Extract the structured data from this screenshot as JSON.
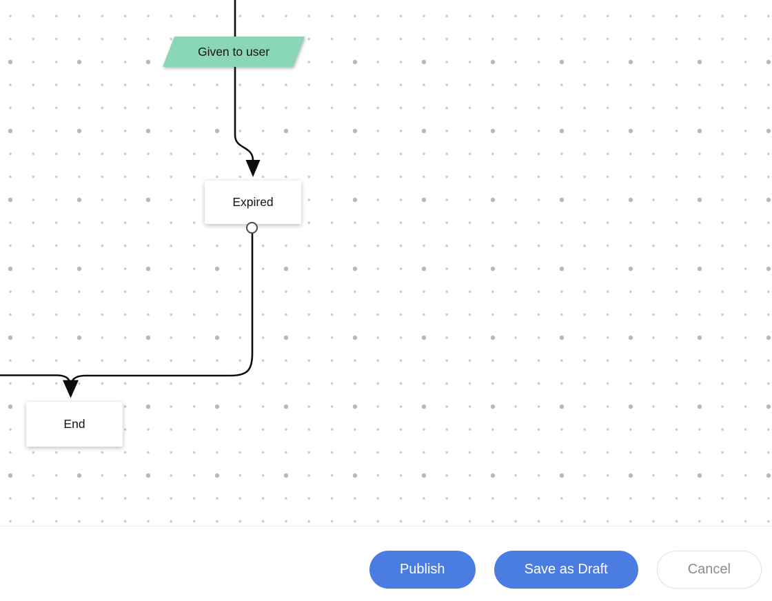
{
  "diagram": {
    "nodes": {
      "given_to_user": {
        "label": "Given to user",
        "type": "parallelogram",
        "color": "#89d7b6"
      },
      "expired": {
        "label": "Expired",
        "type": "state"
      },
      "end": {
        "label": "End",
        "type": "state"
      }
    },
    "edges": [
      {
        "from": "offscreen-top",
        "to": "expired"
      },
      {
        "from": "expired",
        "to": "end"
      },
      {
        "from": "offscreen-left",
        "to": "end"
      }
    ]
  },
  "footer": {
    "publish_label": "Publish",
    "save_draft_label": "Save as Draft",
    "cancel_label": "Cancel"
  },
  "colors": {
    "primary_button": "#4b7ce2",
    "node_green": "#89d7b6",
    "edge": "#0d0d0d",
    "grid_dot_minor": "#c9c9d5",
    "grid_dot_major": "#b7b7c7"
  }
}
